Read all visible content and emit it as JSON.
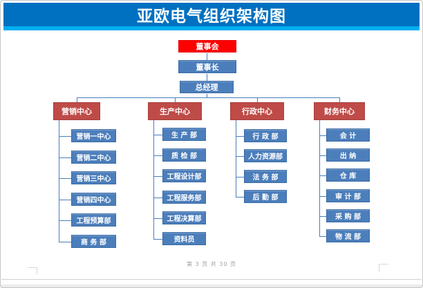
{
  "title": "亚欧电气组织架构图",
  "footer": {
    "page_indicator": "第 3 页 共 30 页"
  },
  "colors": {
    "banner_blue": "#0070C0",
    "banner_strip_blue": "#00AEEF",
    "root_red": "#FE0000",
    "center_brick_red": "#BE4B48",
    "node_blue": "#4B7EBB",
    "connector_blue": "#4A7EBA"
  },
  "org_chart": {
    "type": "org-hierarchy",
    "root_chain": [
      "董事会",
      "董事长",
      "总经理"
    ],
    "centers": [
      {
        "label": "营销中心",
        "children": [
          "营销一中心",
          "营销二中心",
          "营销三中心",
          "营销四中心",
          "工程预算部",
          "商 务 部"
        ]
      },
      {
        "label": "生产中心",
        "children": [
          "生 产 部",
          "质 检 部",
          "工程设计部",
          "工程服务部",
          "工程决算部",
          "资料员"
        ]
      },
      {
        "label": "行政中心",
        "children": [
          "行 政 部",
          "人力资源部",
          "法 务 部",
          "后 勤 部"
        ]
      },
      {
        "label": "财务中心",
        "children": [
          "会 计",
          "出 纳",
          "仓 库",
          "审 计 部",
          "采 购 部",
          "物 流 部"
        ]
      }
    ]
  }
}
